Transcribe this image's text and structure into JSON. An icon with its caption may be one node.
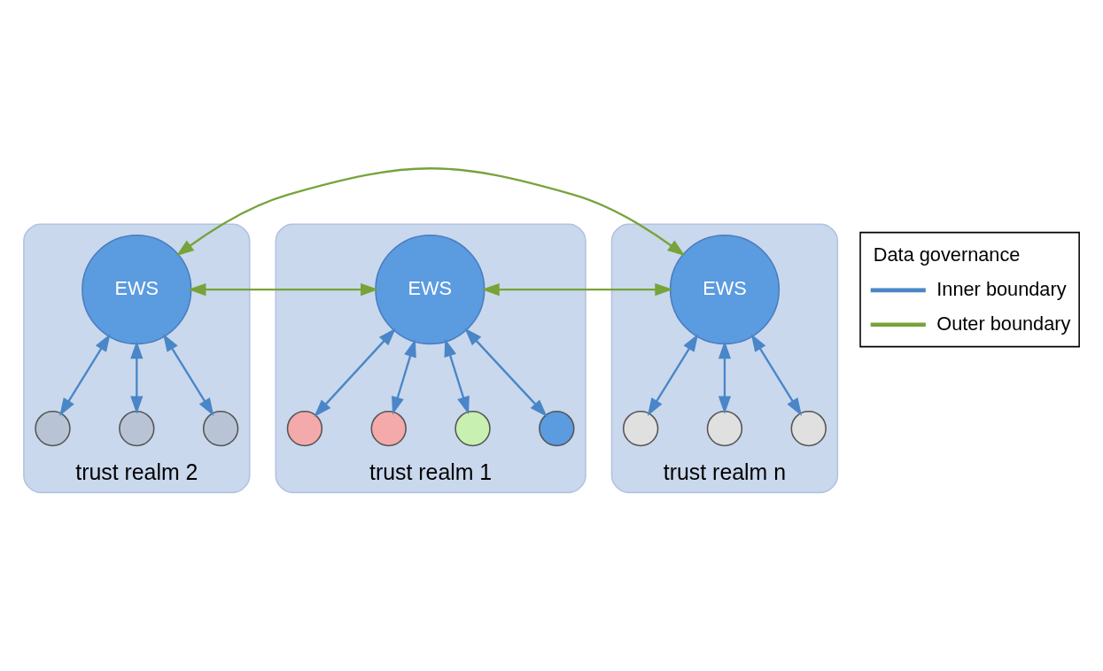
{
  "diagram": {
    "nodes": [
      {
        "text": [
          "trust realm 2"
        ]
      },
      {
        "text": [
          "EWS"
        ],
        "in": 0
      },
      {
        "text": [],
        "shape": "circle",
        "in": 0
      },
      {
        "text": [],
        "shape": "circle",
        "in": 0
      },
      {
        "text": [],
        "shape": "circle",
        "in": 0
      },
      {
        "text": [
          "trust realm 1"
        ]
      },
      {
        "text": [
          "EWS"
        ],
        "in": 5
      },
      {
        "text": [],
        "shape": "circle",
        "in": 5
      },
      {
        "text": [],
        "shape": "circle",
        "in": 5
      },
      {
        "text": [],
        "shape": "circle",
        "in": 5
      },
      {
        "text": [],
        "shape": "circle",
        "in": 5
      },
      {
        "text": [
          "trust realm n"
        ]
      },
      {
        "text": [
          "EWS"
        ],
        "in": 11
      },
      {
        "text": [],
        "shape": "circle",
        "in": 11
      },
      {
        "text": [],
        "shape": "circle",
        "in": 11
      },
      {
        "text": [],
        "shape": "circle",
        "in": 11
      }
    ],
    "edges": [
      {
        "from": 1,
        "to": 2,
        "arrow": "both"
      },
      {
        "from": 1,
        "to": 3,
        "arrow": "both"
      },
      {
        "from": 1,
        "to": 4,
        "arrow": "both"
      },
      {
        "from": 6,
        "to": 7,
        "arrow": "both"
      },
      {
        "from": 6,
        "to": 8,
        "arrow": "both"
      },
      {
        "from": 6,
        "to": 9,
        "arrow": "both"
      },
      {
        "from": 6,
        "to": 10,
        "arrow": "both"
      },
      {
        "from": 12,
        "to": 13,
        "arrow": "both"
      },
      {
        "from": 12,
        "to": 14,
        "arrow": "both"
      },
      {
        "from": 12,
        "to": 15,
        "arrow": "both"
      },
      {
        "from": 1,
        "to": 6,
        "arrow": "both",
        "color": "#77a33a"
      },
      {
        "from": 1,
        "to": 12,
        "arrow": "both",
        "color": "#77a33a"
      },
      {
        "from": 6,
        "to": 12,
        "arrow": "both",
        "color": "#77a33a"
      }
    ],
    "labels": [
      "Data governance"
    ],
    "legend": [
      {
        "text": "Inner boundary"
      },
      {
        "text": "Outer boundary"
      }
    ]
  }
}
